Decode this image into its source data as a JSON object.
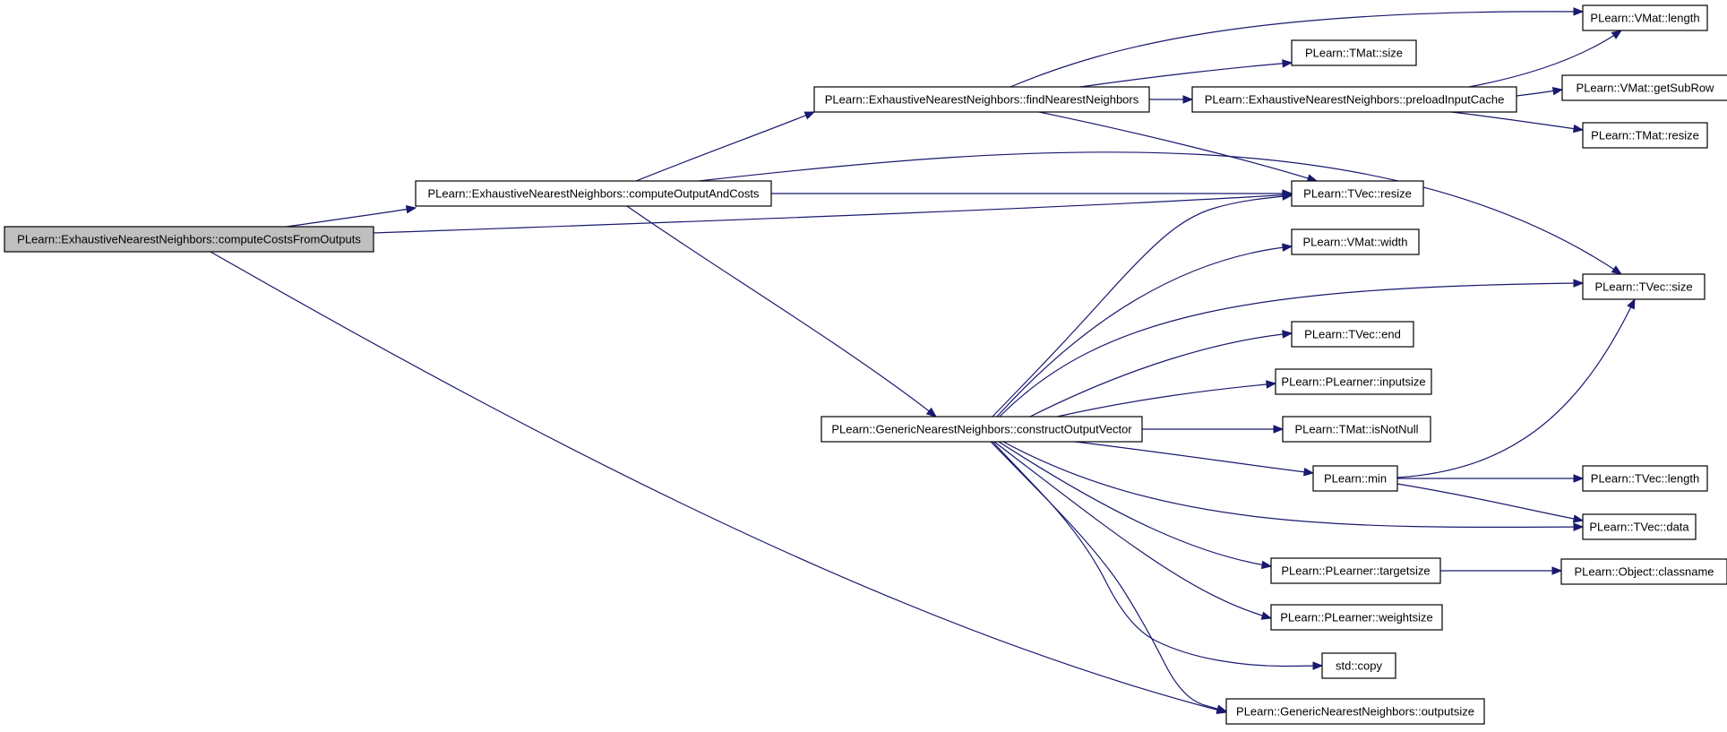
{
  "diagram": {
    "nodes": [
      {
        "id": "n0",
        "label": "PLearn::ExhaustiveNearestNeighbors::computeCostsFromOutputs",
        "root": true
      },
      {
        "id": "n1",
        "label": "PLearn::ExhaustiveNearestNeighbors::computeOutputAndCosts"
      },
      {
        "id": "n2",
        "label": "PLearn::ExhaustiveNearestNeighbors::findNearestNeighbors"
      },
      {
        "id": "n3",
        "label": "PLearn::GenericNearestNeighbors::constructOutputVector"
      },
      {
        "id": "n4",
        "label": "PLearn::TMat::size"
      },
      {
        "id": "n5",
        "label": "PLearn::ExhaustiveNearestNeighbors::preloadInputCache"
      },
      {
        "id": "n6",
        "label": "PLearn::TVec::resize"
      },
      {
        "id": "n7",
        "label": "PLearn::VMat::width"
      },
      {
        "id": "n8",
        "label": "PLearn::TVec::end"
      },
      {
        "id": "n9",
        "label": "PLearn::PLearner::inputsize"
      },
      {
        "id": "n10",
        "label": "PLearn::TMat::isNotNull"
      },
      {
        "id": "n11",
        "label": "PLearn::min"
      },
      {
        "id": "n12",
        "label": "PLearn::PLearner::targetsize"
      },
      {
        "id": "n13",
        "label": "PLearn::PLearner::weightsize"
      },
      {
        "id": "n14",
        "label": "std::copy"
      },
      {
        "id": "n15",
        "label": "PLearn::GenericNearestNeighbors::outputsize"
      },
      {
        "id": "n16",
        "label": "PLearn::VMat::length"
      },
      {
        "id": "n17",
        "label": "PLearn::VMat::getSubRow"
      },
      {
        "id": "n18",
        "label": "PLearn::TMat::resize"
      },
      {
        "id": "n19",
        "label": "PLearn::TVec::size"
      },
      {
        "id": "n20",
        "label": "PLearn::TVec::length"
      },
      {
        "id": "n21",
        "label": "PLearn::TVec::data"
      },
      {
        "id": "n22",
        "label": "PLearn::Object::classname"
      }
    ],
    "edges": [
      {
        "from": "n0",
        "to": "n1"
      },
      {
        "from": "n0",
        "to": "n6"
      },
      {
        "from": "n0",
        "to": "n15"
      },
      {
        "from": "n1",
        "to": "n2"
      },
      {
        "from": "n1",
        "to": "n6"
      },
      {
        "from": "n1",
        "to": "n19"
      },
      {
        "from": "n1",
        "to": "n3"
      },
      {
        "from": "n2",
        "to": "n16"
      },
      {
        "from": "n2",
        "to": "n4"
      },
      {
        "from": "n2",
        "to": "n5"
      },
      {
        "from": "n2",
        "to": "n6"
      },
      {
        "from": "n5",
        "to": "n16"
      },
      {
        "from": "n5",
        "to": "n17"
      },
      {
        "from": "n5",
        "to": "n18"
      },
      {
        "from": "n3",
        "to": "n6"
      },
      {
        "from": "n3",
        "to": "n7"
      },
      {
        "from": "n3",
        "to": "n19"
      },
      {
        "from": "n3",
        "to": "n8"
      },
      {
        "from": "n3",
        "to": "n9"
      },
      {
        "from": "n3",
        "to": "n10"
      },
      {
        "from": "n3",
        "to": "n11"
      },
      {
        "from": "n3",
        "to": "n21"
      },
      {
        "from": "n3",
        "to": "n12"
      },
      {
        "from": "n3",
        "to": "n13"
      },
      {
        "from": "n3",
        "to": "n14"
      },
      {
        "from": "n3",
        "to": "n15"
      },
      {
        "from": "n11",
        "to": "n19"
      },
      {
        "from": "n11",
        "to": "n20"
      },
      {
        "from": "n11",
        "to": "n21"
      },
      {
        "from": "n12",
        "to": "n22"
      }
    ],
    "colors": {
      "edge": "#191970",
      "node_border": "#000000",
      "root_fill": "#bfbfbf",
      "node_fill": "#ffffff"
    }
  }
}
